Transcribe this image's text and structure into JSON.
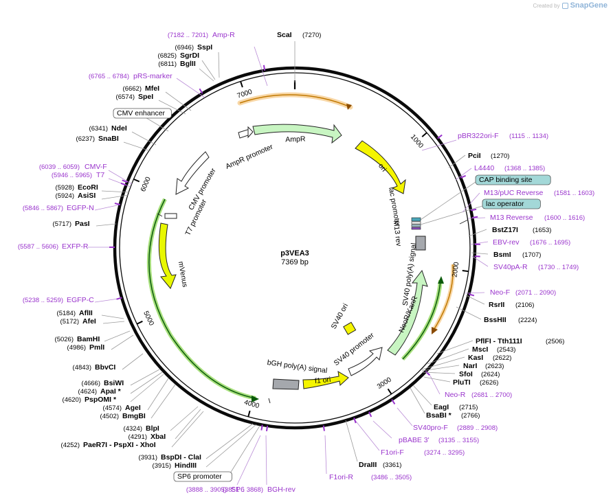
{
  "header": {
    "created_by": "Created by",
    "brand": "SnapGene"
  },
  "plasmid": {
    "name": "p3VEA3",
    "length_label": "7369 bp",
    "length": 7369
  },
  "colors": {
    "site": "#000000",
    "primer": "#9933cc",
    "boxed_fill": "#a3d8d8",
    "green": "#c8f5c2",
    "yellow": "#f5f500",
    "gray": "#a5a8ad",
    "orange": "#f3a23a",
    "outline": "#0a0a0a"
  },
  "ticks": [
    "1000",
    "2000",
    "3000",
    "4000",
    "5000",
    "6000",
    "7000"
  ],
  "features": [
    {
      "label": "Amp-R",
      "coords": "(7182 .. 7201)",
      "kind": "primer"
    },
    {
      "label": "ScaI",
      "coords": "(7270)",
      "kind": "site"
    },
    {
      "label": "SspI",
      "coords": "(6946)",
      "kind": "site"
    },
    {
      "label": "SgrDI",
      "coords": "(6825)",
      "kind": "site"
    },
    {
      "label": "BglII",
      "coords": "(6811)",
      "kind": "site"
    },
    {
      "label": "pRS-marker",
      "coords": "(6765 .. 6784)",
      "kind": "primer"
    },
    {
      "label": "MfeI",
      "coords": "(6662)",
      "kind": "site"
    },
    {
      "label": "SpeI",
      "coords": "(6574)",
      "kind": "site"
    },
    {
      "label": "CMV enhancer",
      "coords": "",
      "kind": "boxed"
    },
    {
      "label": "NdeI",
      "coords": "(6341)",
      "kind": "site"
    },
    {
      "label": "SnaBI",
      "coords": "(6237)",
      "kind": "site"
    },
    {
      "label": "CMV-F",
      "coords": "(6039 .. 6059)",
      "kind": "primer"
    },
    {
      "label": "T7",
      "coords": "(5946 .. 5965)",
      "kind": "primer"
    },
    {
      "label": "EcoRI",
      "coords": "(5928)",
      "kind": "site"
    },
    {
      "label": "AsiSI",
      "coords": "(5924)",
      "kind": "site"
    },
    {
      "label": "EGFP-N",
      "coords": "(5846 .. 5867)",
      "kind": "primer"
    },
    {
      "label": "PasI",
      "coords": "(5717)",
      "kind": "site"
    },
    {
      "label": "EXFP-R",
      "coords": "(5587 .. 5606)",
      "kind": "primer"
    },
    {
      "label": "EGFP-C",
      "coords": "(5238 .. 5259)",
      "kind": "primer"
    },
    {
      "label": "AflII",
      "coords": "(5184)",
      "kind": "site"
    },
    {
      "label": "AfeI",
      "coords": "(5172)",
      "kind": "site"
    },
    {
      "label": "BamHI",
      "coords": "(5026)",
      "kind": "site"
    },
    {
      "label": "PmlI",
      "coords": "(4986)",
      "kind": "site"
    },
    {
      "label": "BbvCI",
      "coords": "(4843)",
      "kind": "site"
    },
    {
      "label": "BsiWI",
      "coords": "(4666)",
      "kind": "site"
    },
    {
      "label": "ApaI *",
      "coords": "(4624)",
      "kind": "site"
    },
    {
      "label": "PspOMI *",
      "coords": "(4620)",
      "kind": "site"
    },
    {
      "label": "AgeI",
      "coords": "(4574)",
      "kind": "site"
    },
    {
      "label": "BmgBI",
      "coords": "(4502)",
      "kind": "site"
    },
    {
      "label": "BlpI",
      "coords": "(4324)",
      "kind": "site"
    },
    {
      "label": "XbaI",
      "coords": "(4291)",
      "kind": "site"
    },
    {
      "label": "PaeR7I - PspXI - XhoI",
      "coords": "(4252)",
      "kind": "site"
    },
    {
      "label": "BspDI - ClaI",
      "coords": "(3931)",
      "kind": "site"
    },
    {
      "label": "HindIII",
      "coords": "(3915)",
      "kind": "site"
    },
    {
      "label": "SP6 promoter",
      "coords": "",
      "kind": "boxed"
    },
    {
      "label": "SP6",
      "coords": "(3888 .. 3905)",
      "kind": "primer"
    },
    {
      "label": "BGH-rev",
      "coords": "(3851 .. 3868)",
      "kind": "primer"
    },
    {
      "label": "F1ori-R",
      "coords": "(3486 .. 3505)",
      "kind": "primer"
    },
    {
      "label": "DraIII",
      "coords": "(3361)",
      "kind": "site"
    },
    {
      "label": "F1ori-F",
      "coords": "(3274 .. 3295)",
      "kind": "primer"
    },
    {
      "label": "pBABE 3'",
      "coords": "(3135 .. 3155)",
      "kind": "primer"
    },
    {
      "label": "SV40pro-F",
      "coords": "(2889 .. 2908)",
      "kind": "primer"
    },
    {
      "label": "BsaBI *",
      "coords": "(2766)",
      "kind": "site"
    },
    {
      "label": "EagI",
      "coords": "(2715)",
      "kind": "site"
    },
    {
      "label": "Neo-R",
      "coords": "(2681 .. 2700)",
      "kind": "primer"
    },
    {
      "label": "PluTI",
      "coords": "(2626)",
      "kind": "site"
    },
    {
      "label": "SfoI",
      "coords": "(2624)",
      "kind": "site"
    },
    {
      "label": "NarI",
      "coords": "(2623)",
      "kind": "site"
    },
    {
      "label": "KasI",
      "coords": "(2622)",
      "kind": "site"
    },
    {
      "label": "MscI",
      "coords": "(2543)",
      "kind": "site"
    },
    {
      "label": "PflFI - Tth111I",
      "coords": "(2506)",
      "kind": "site"
    },
    {
      "label": "BssHII",
      "coords": "(2224)",
      "kind": "site"
    },
    {
      "label": "RsrII",
      "coords": "(2106)",
      "kind": "site"
    },
    {
      "label": "Neo-F",
      "coords": "(2071 .. 2090)",
      "kind": "primer"
    },
    {
      "label": "SV40pA-R",
      "coords": "(1730 .. 1749)",
      "kind": "primer"
    },
    {
      "label": "BsmI",
      "coords": "(1707)",
      "kind": "site"
    },
    {
      "label": "EBV-rev",
      "coords": "(1676 .. 1695)",
      "kind": "primer"
    },
    {
      "label": "BstZ17I",
      "coords": "(1653)",
      "kind": "site"
    },
    {
      "label": "M13 Reverse",
      "coords": "(1600 .. 1616)",
      "kind": "primer"
    },
    {
      "label": "lac operator",
      "coords": "",
      "kind": "boxed_fill"
    },
    {
      "label": "M13/pUC Reverse",
      "coords": "(1581 .. 1603)",
      "kind": "primer"
    },
    {
      "label": "CAP binding site",
      "coords": "",
      "kind": "boxed_fill"
    },
    {
      "label": "L4440",
      "coords": "(1368 .. 1385)",
      "kind": "primer"
    },
    {
      "label": "PciI",
      "coords": "(1270)",
      "kind": "site"
    },
    {
      "label": "pBR322ori-F",
      "coords": "(1115 .. 1134)",
      "kind": "primer"
    }
  ],
  "inner_labels": [
    "AmpR promoter",
    "AmpR",
    "ori",
    "lac promoter",
    "M13 rev",
    "SV40 poly(A) signal",
    "NeoR/KanR",
    "SV40 promoter",
    "SV40 ori",
    "f1 ori",
    "bGH poly(A) signal",
    "mVenus",
    "T7 promoter",
    "CMV promoter"
  ]
}
